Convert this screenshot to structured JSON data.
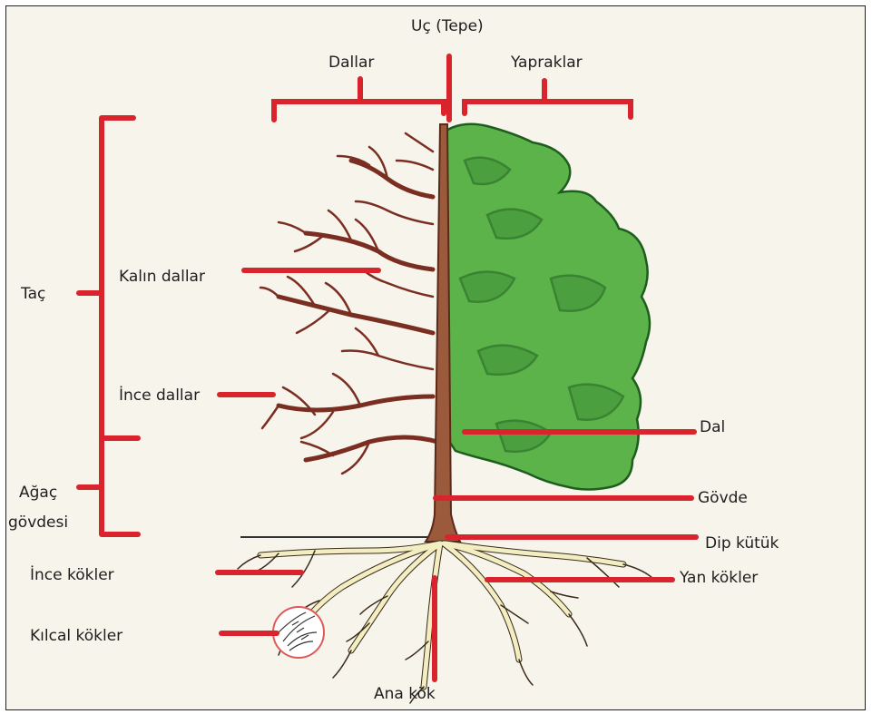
{
  "labels": {
    "apex": "Uç (Tepe)",
    "branches": "Dallar",
    "leaves": "Yapraklar",
    "crown": "Taç",
    "thick_branches": "Kalın dallar",
    "thin_branches": "İnce dallar",
    "trunk_body_line1": "Ağaç",
    "trunk_body_line2": "gövdesi",
    "branch": "Dal",
    "trunk": "Gövde",
    "stump": "Dip kütük",
    "fine_roots": "İnce kökler",
    "lateral_roots": "Yan kökler",
    "root_hairs": "Kılcal kökler",
    "taproot": "Ana kök"
  },
  "colors": {
    "pointer": "#d9232d",
    "foliage": "#5cb34a",
    "foliage_dark": "#2f7a2a",
    "bark": "#7a2e22",
    "trunk": "#9b5a3c",
    "roots": "#f2eec2"
  }
}
